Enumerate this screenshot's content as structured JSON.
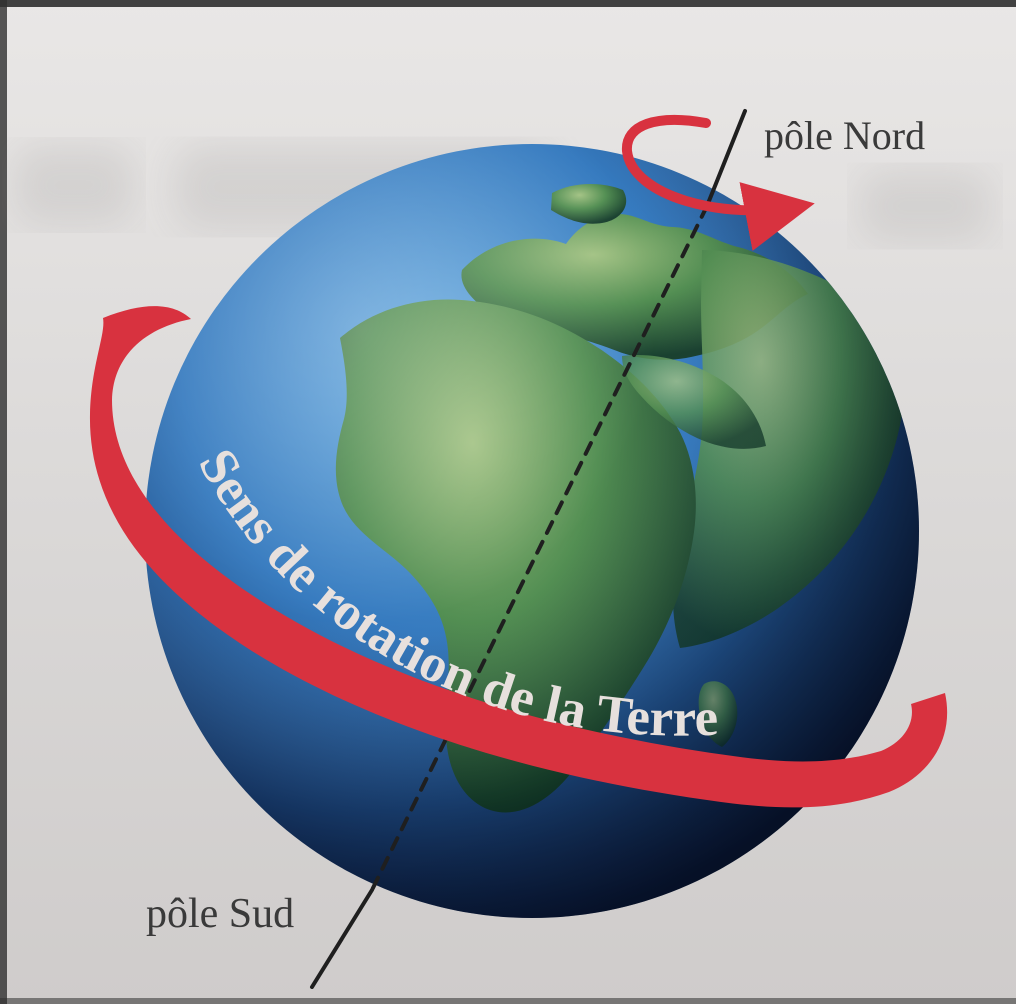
{
  "labels": {
    "north_pole": "pôle Nord",
    "south_pole": "pôle Sud",
    "rotation": "Sens de rotation de la Terre"
  },
  "colors": {
    "ocean_light": "#6aaee2",
    "ocean_mid": "#2f76bd",
    "ocean_dark": "#0b1d45",
    "land_light": "#9fc07f",
    "land_mid": "#4d8b4d",
    "land_dark": "#123a29",
    "arrow_red": "#d8323f",
    "axis_dark": "#1f1f1f",
    "label_dark": "#3a3a3a",
    "rotation_text": "#e7e0dd"
  }
}
